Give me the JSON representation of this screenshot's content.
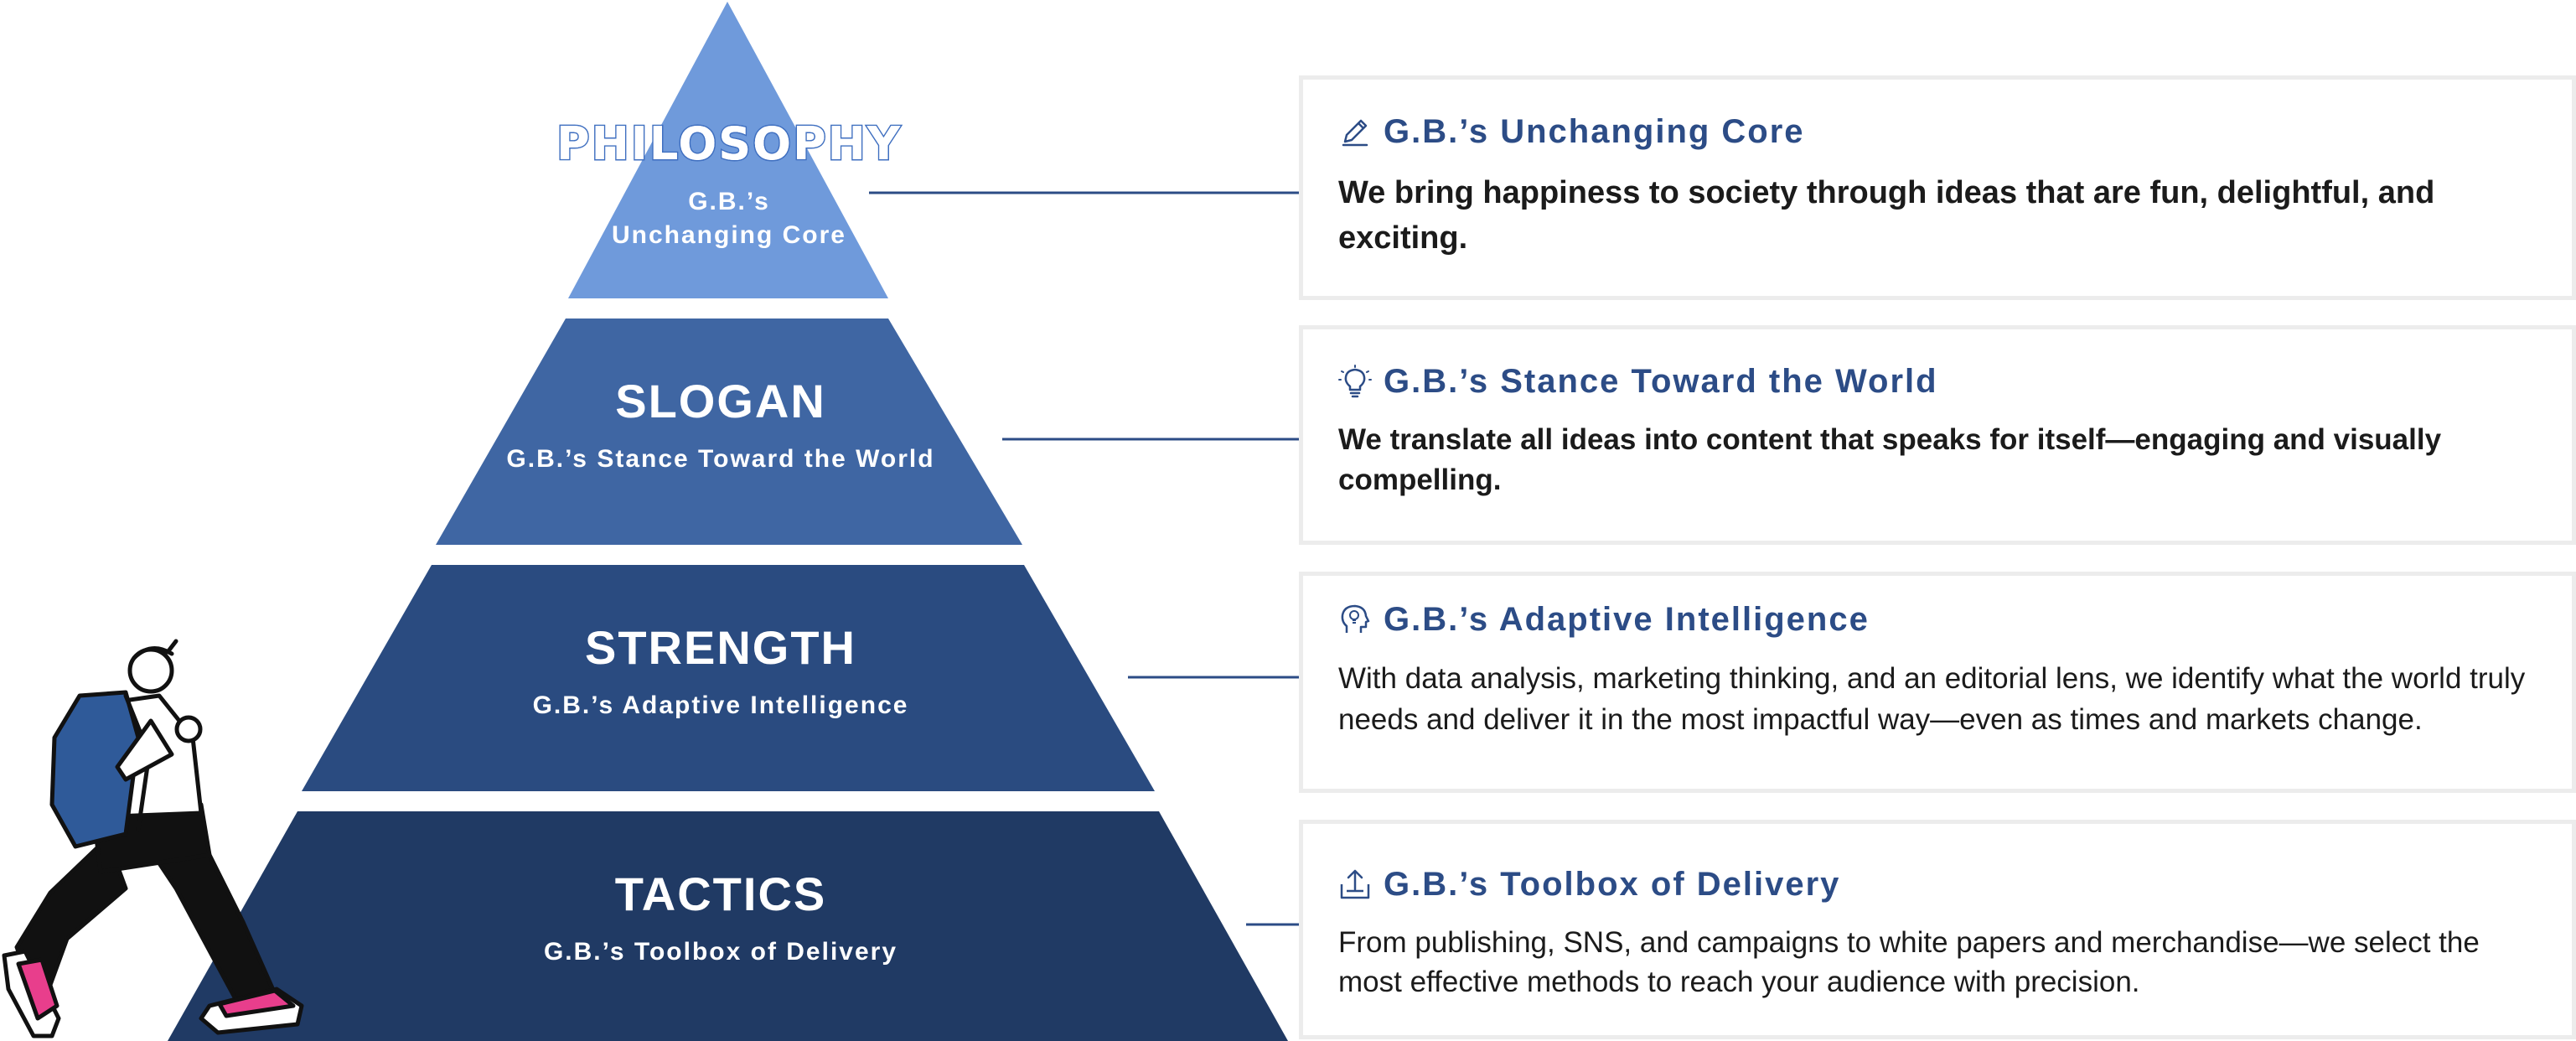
{
  "colors": {
    "tier1": "#6f9adb",
    "tier2": "#3f66a3",
    "tier3": "#2a4b80",
    "tier4": "#203a64",
    "card_title": "#2c4c86",
    "connector": "#2c4c86",
    "card_border": "#ececec",
    "shoe_accent": "#e83e8c",
    "backpack": "#2f5a99"
  },
  "pyramid": {
    "tiers": [
      {
        "title": "PHILOSOPHY",
        "subtitle_line1": "G.B.’s",
        "subtitle_line2": "Unchanging Core"
      },
      {
        "title": "SLOGAN",
        "subtitle": "G.B.’s Stance Toward the World"
      },
      {
        "title": "STRENGTH",
        "subtitle": "G.B.’s Adaptive Intelligence"
      },
      {
        "title": "TACTICS",
        "subtitle": "G.B.’s Toolbox of Delivery"
      }
    ]
  },
  "cards": [
    {
      "icon": "pen-icon",
      "title": "G.B.’s Unchanging Core",
      "body": "We bring happiness to society through ideas that are fun, delightful, and exciting."
    },
    {
      "icon": "lightbulb-icon",
      "title": "G.B.’s Stance Toward the World",
      "body": "We translate all ideas into content that speaks for itself—engaging and visually compelling."
    },
    {
      "icon": "head-lightbulb-icon",
      "title": "G.B.’s Adaptive Intelligence",
      "body": "With data analysis, marketing thinking, and an editorial lens, we identify what the world truly needs and deliver it in the most impactful way—even as times and markets change."
    },
    {
      "icon": "share-upload-icon",
      "title": "G.B.’s Toolbox of Delivery",
      "body": "From publishing, SNS, and campaigns to white papers and merchandise—we select the most effective methods to reach your audience with precision."
    }
  ],
  "illustration": {
    "icon": "walking-person-illustration"
  }
}
